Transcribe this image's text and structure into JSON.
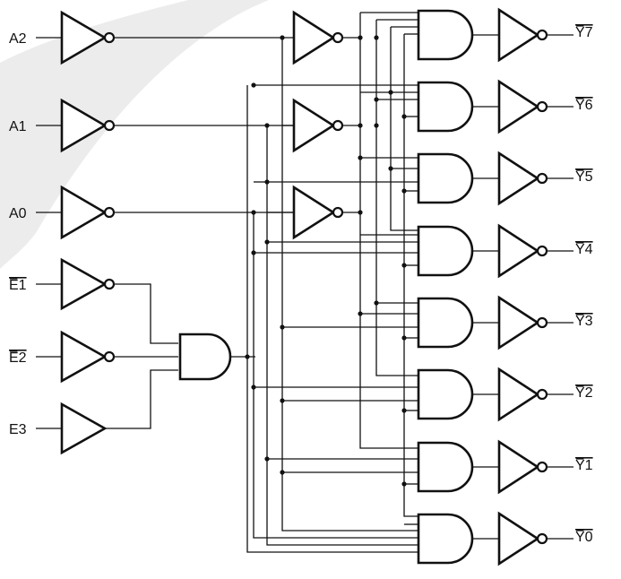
{
  "inputs": {
    "a2": "A2",
    "a1": "A1",
    "a0": "A0",
    "e1": "E1",
    "e2": "E2",
    "e3": "E3"
  },
  "outputs": {
    "y7": "Y7",
    "y6": "Y6",
    "y5": "Y5",
    "y4": "Y4",
    "y3": "Y3",
    "y2": "Y2",
    "y1": "Y1",
    "y0": "Y0"
  },
  "colors": {
    "line": "#111111",
    "background": "#ffffff",
    "watermark": "#ececec"
  }
}
